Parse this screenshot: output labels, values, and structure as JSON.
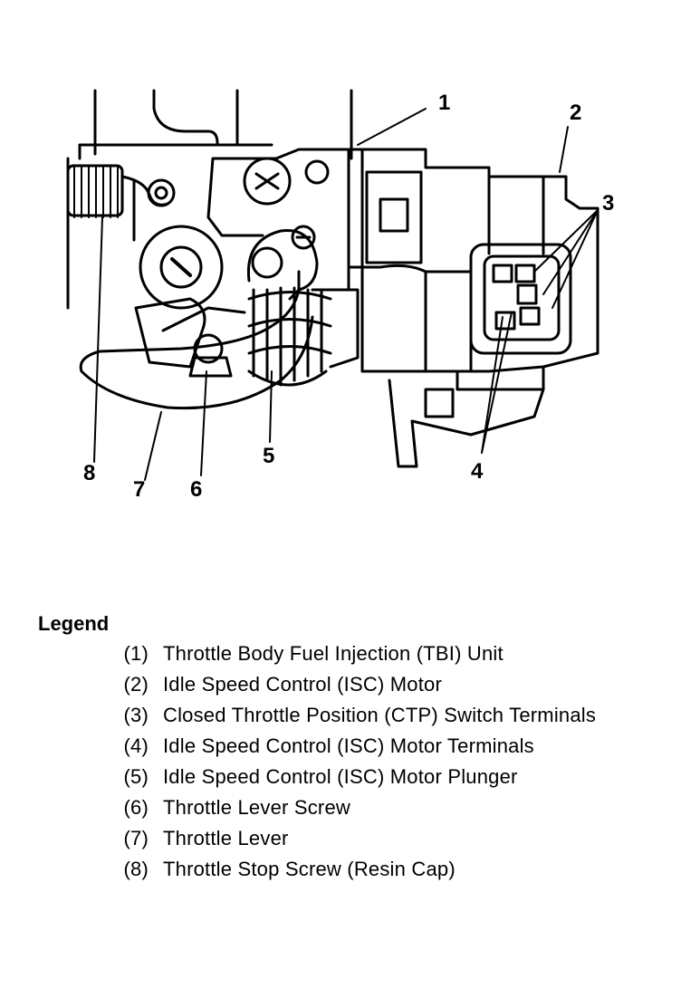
{
  "callouts": [
    "1",
    "2",
    "3",
    "4",
    "5",
    "6",
    "7",
    "8"
  ],
  "legend": {
    "title": "Legend",
    "items": [
      {
        "num": "(1)",
        "text": "Throttle Body Fuel Injection (TBI) Unit"
      },
      {
        "num": "(2)",
        "text": "Idle Speed Control (ISC) Motor"
      },
      {
        "num": "(3)",
        "text": "Closed Throttle Position (CTP) Switch Terminals"
      },
      {
        "num": "(4)",
        "text": "Idle Speed Control (ISC) Motor Terminals"
      },
      {
        "num": "(5)",
        "text": "Idle Speed Control (ISC) Motor Plunger"
      },
      {
        "num": "(6)",
        "text": "Throttle Lever Screw"
      },
      {
        "num": "(7)",
        "text": "Throttle Lever"
      },
      {
        "num": "(8)",
        "text": "Throttle Stop Screw (Resin Cap)"
      }
    ]
  }
}
